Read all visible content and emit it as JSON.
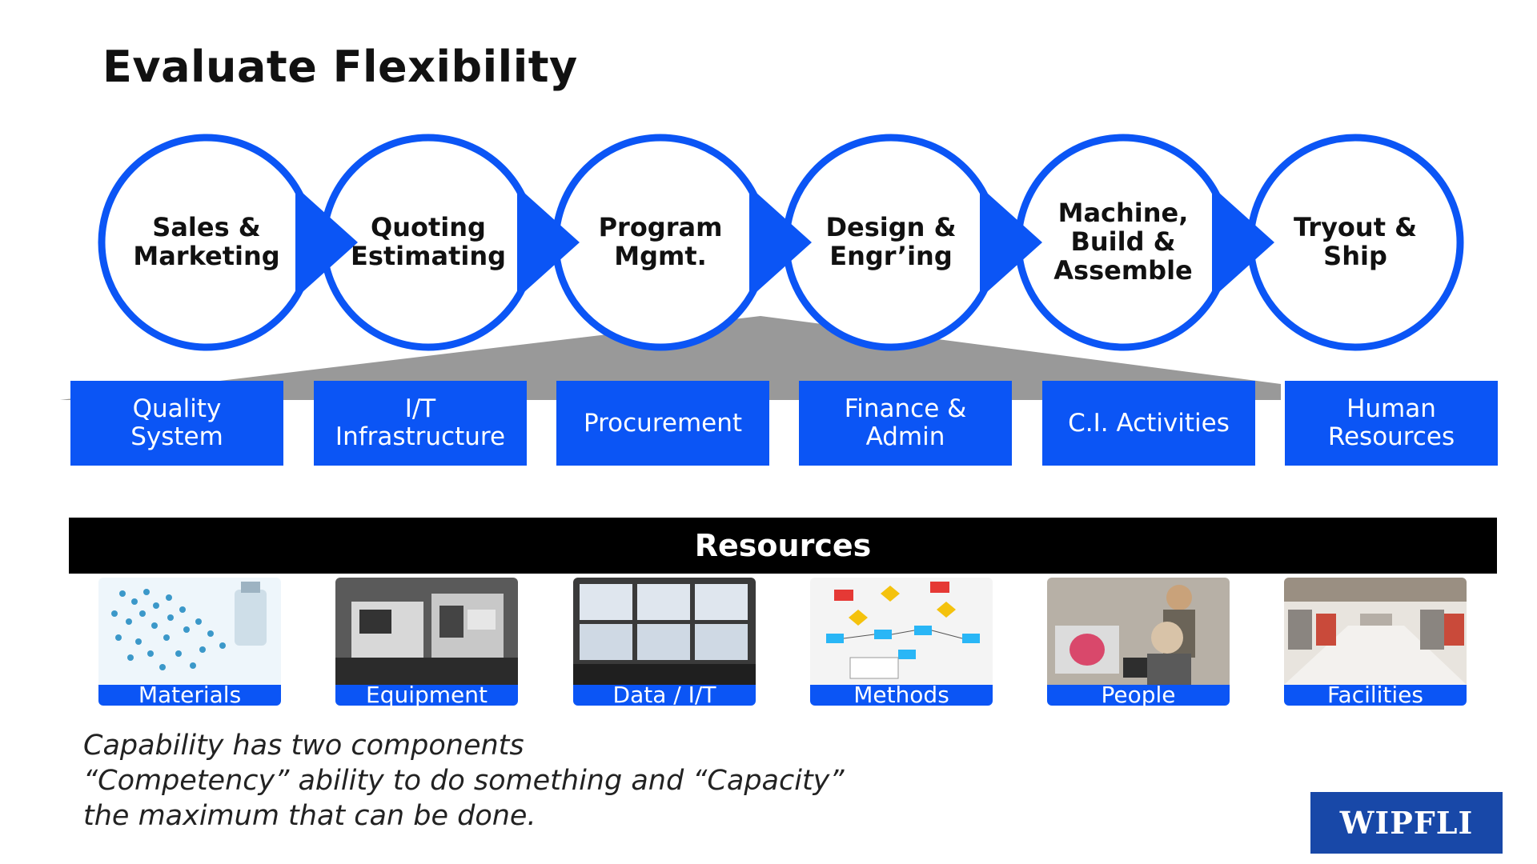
{
  "title": "Evaluate Flexibility",
  "process_steps": [
    {
      "label": "Sales &\nMarketing"
    },
    {
      "label": "Quoting\nEstimating"
    },
    {
      "label": "Program\nMgmt."
    },
    {
      "label": "Design &\nEngr’ing"
    },
    {
      "label": "Machine,\nBuild &\nAssemble"
    },
    {
      "label": "Tryout &\nShip"
    }
  ],
  "support_functions": [
    {
      "label": "Quality\nSystem"
    },
    {
      "label": "I/T\nInfrastructure"
    },
    {
      "label": "Procurement"
    },
    {
      "label": "Finance &\nAdmin"
    },
    {
      "label": "C.I. Activities"
    },
    {
      "label": "Human\nResources"
    }
  ],
  "resources": {
    "header": "Resources",
    "items": [
      {
        "label": "Materials"
      },
      {
        "label": "Equipment"
      },
      {
        "label": "Data / I/T"
      },
      {
        "label": "Methods"
      },
      {
        "label": "People"
      },
      {
        "label": "Facilities"
      }
    ]
  },
  "caption": {
    "line1": "Capability has two components",
    "line2": "“Competency” ability to do something and “Capacity”",
    "line3": "the maximum that can be done."
  },
  "logo": "WIPFLI",
  "colors": {
    "accent": "#0b55f5",
    "text": "#111111",
    "bar": "#000000",
    "logo_bg": "#1848a8"
  }
}
